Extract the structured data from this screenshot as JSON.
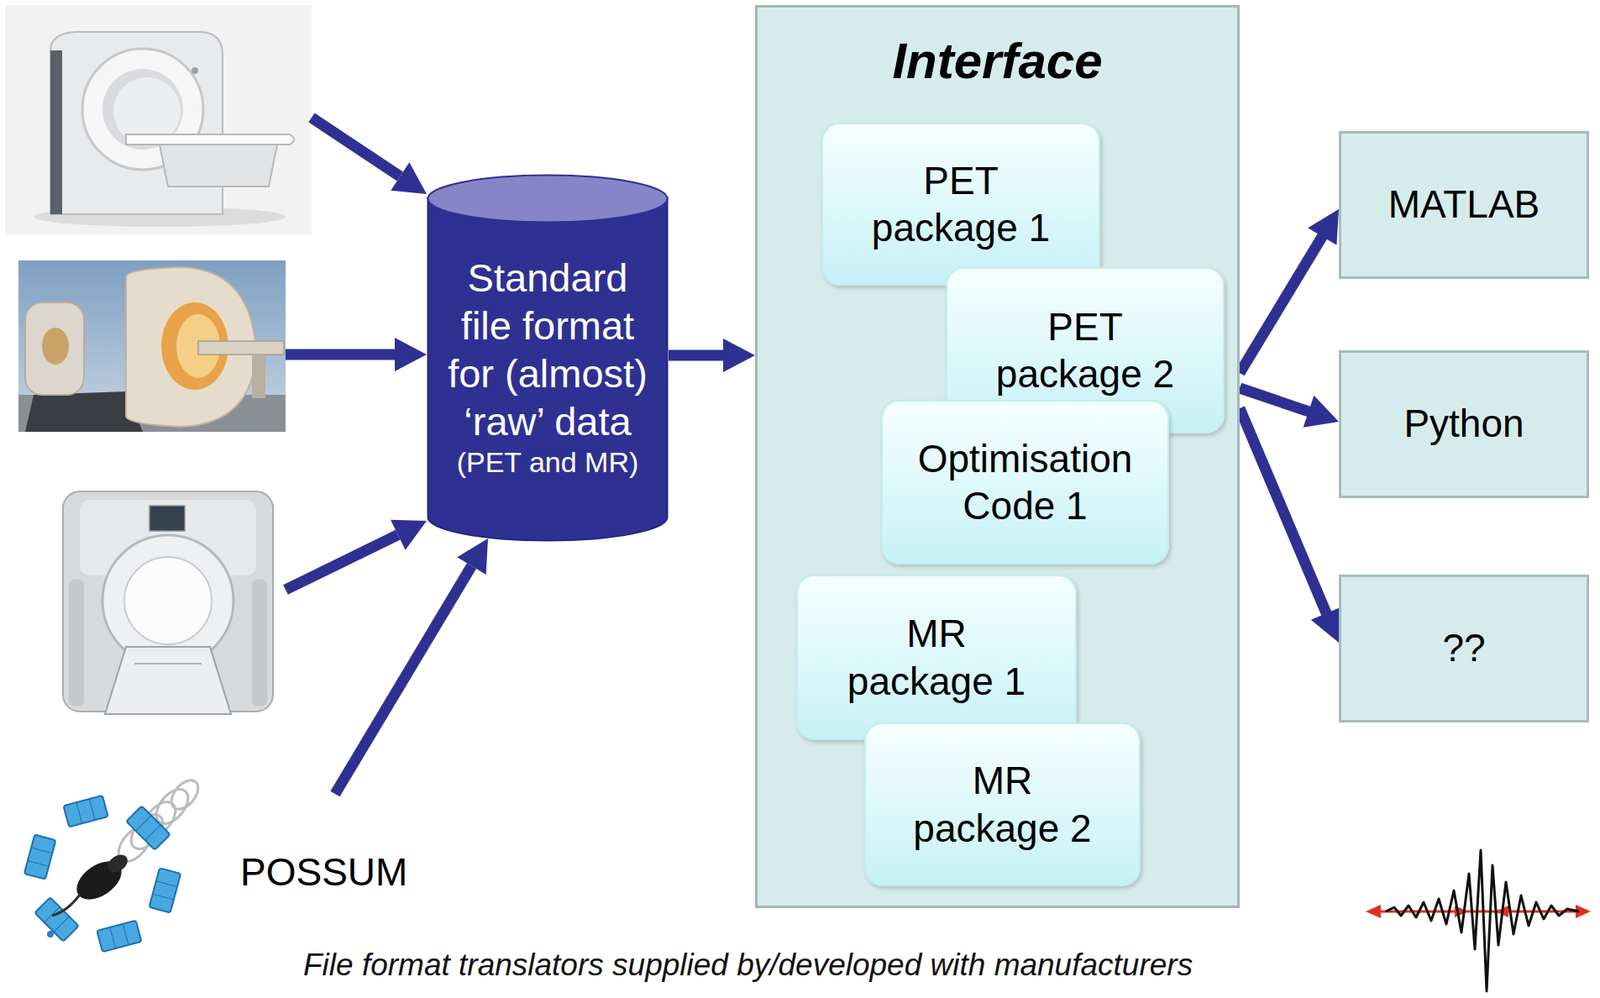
{
  "diagram": {
    "caption": "File format translators supplied by/developed with manufacturers",
    "nodes": [
      {
        "text": [
          "Standard file format for (almost) ‘raw’ data",
          "(PET and MR)"
        ]
      },
      {
        "text": [
          "Interface"
        ]
      },
      {
        "text": [
          "PET package 1"
        ],
        "in": 1
      },
      {
        "text": [
          "PET package 2"
        ],
        "in": 1
      },
      {
        "text": [
          "Optimisation Code 1"
        ],
        "in": 1
      },
      {
        "text": [
          "MR package 1"
        ],
        "in": 1
      },
      {
        "text": [
          "MR package 2"
        ],
        "in": 1
      },
      {
        "text": [
          "MATLAB"
        ]
      },
      {
        "text": [
          "Python"
        ]
      },
      {
        "text": [
          "??"
        ]
      }
    ],
    "edges": [
      {
        "from": 0,
        "to": 1,
        "arrow": "to"
      },
      {
        "from": 1,
        "to": 7,
        "arrow": "to"
      },
      {
        "from": 1,
        "to": 8,
        "arrow": "to"
      },
      {
        "from": 1,
        "to": 9,
        "arrow": "to"
      }
    ],
    "labels": [
      "POSSUM"
    ]
  }
}
